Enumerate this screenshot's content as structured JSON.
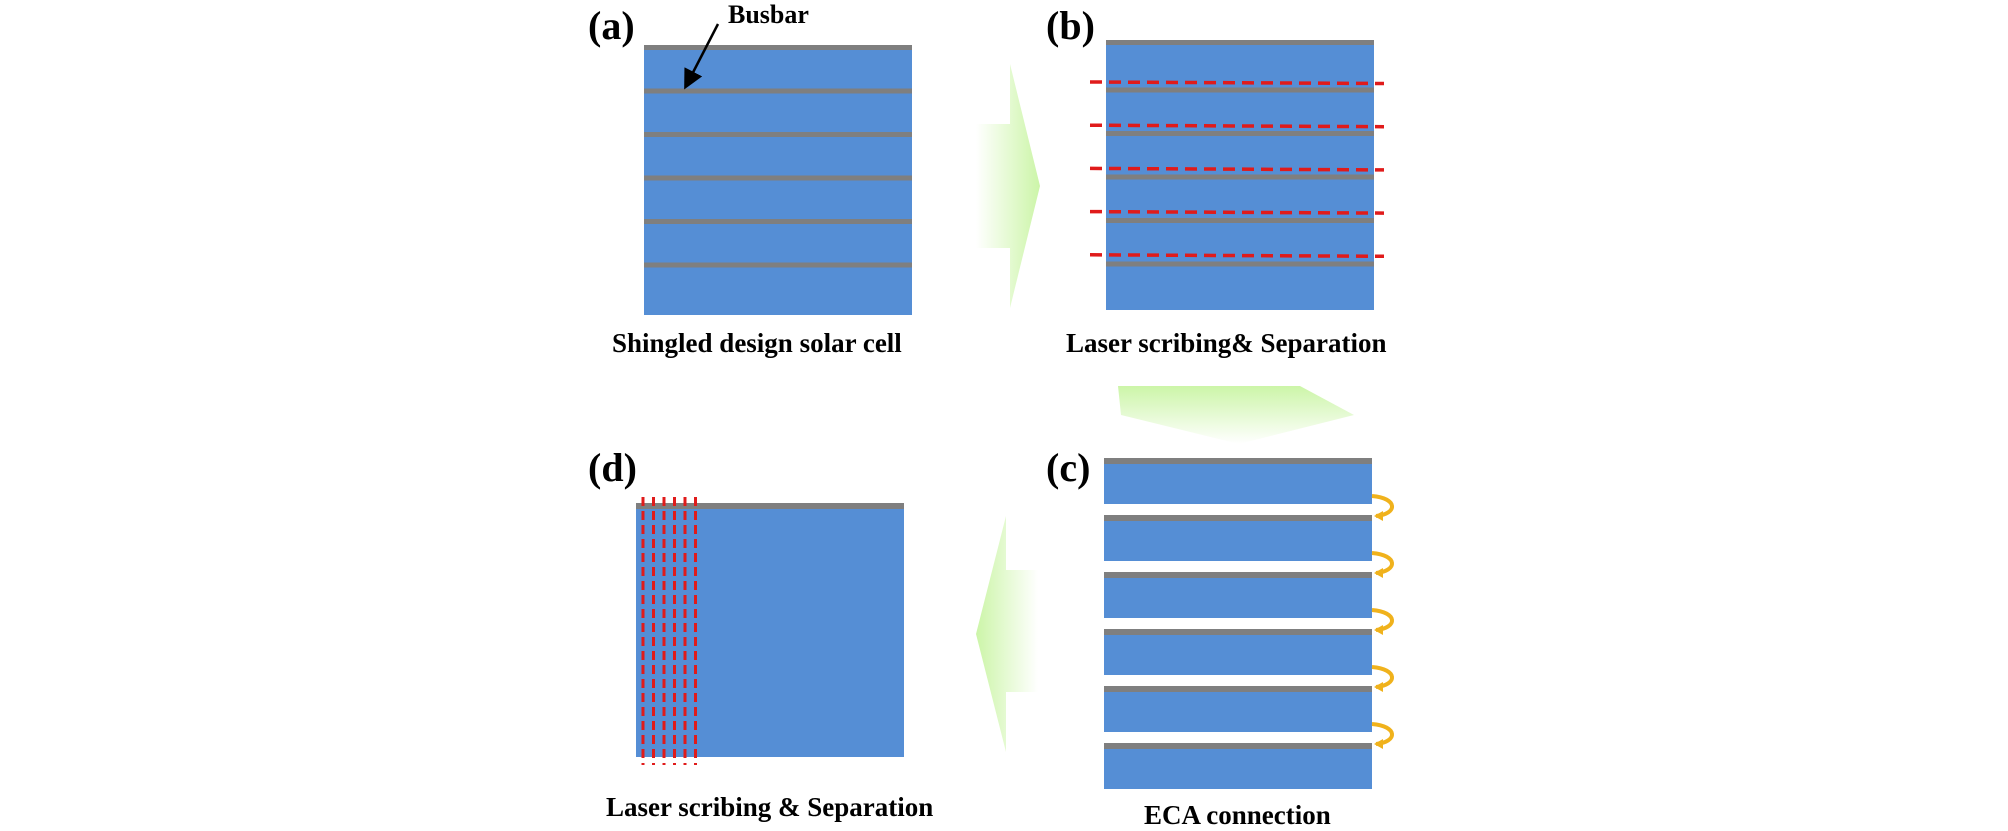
{
  "panels": {
    "a": {
      "letter": "(a)",
      "caption": "Shingled design solar cell",
      "callout": "Busbar"
    },
    "b": {
      "letter": "(b)",
      "caption": "Laser scribing& Separation"
    },
    "c": {
      "letter": "(c)",
      "caption": "ECA connection"
    },
    "d": {
      "letter": "(d)",
      "caption": "Laser scribing & Separation"
    }
  },
  "colors": {
    "cell_blue": "#558ed5",
    "busbar_gray": "#7f7f7f",
    "scribe_red": "#e01b1b",
    "eca_gold": "#f0b21c",
    "flow_arrow_light": "#ffffff",
    "flow_arrow_dark": "#ccf5a8"
  },
  "counts": {
    "busbars_a": 6,
    "scribe_lines_b": 5,
    "strips_c": 6,
    "eca_links_c": 5,
    "scribe_columns_d": 6
  }
}
